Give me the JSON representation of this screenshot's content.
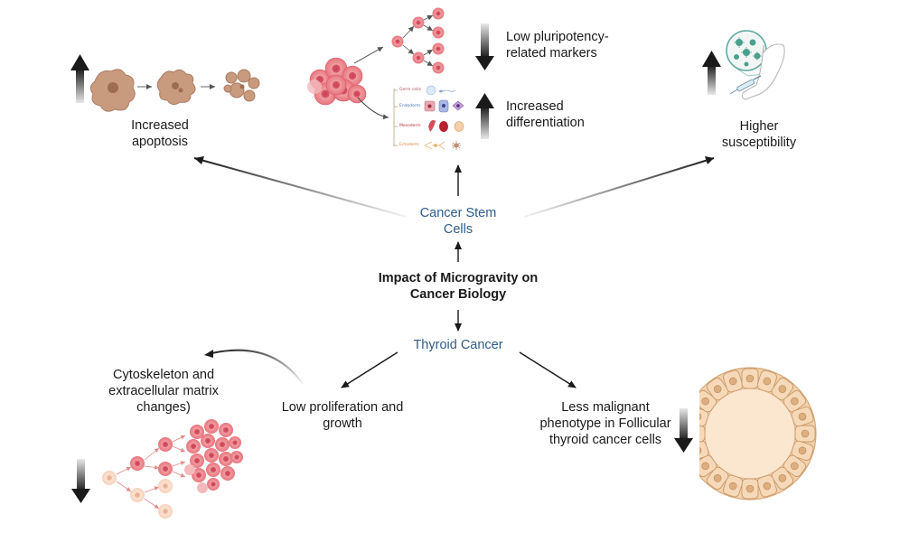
{
  "center": {
    "title_line1": "Impact of Microgravity on",
    "title_line2": "Cancer Biology"
  },
  "csc": {
    "label_line1": "Cancer Stem",
    "label_line2": "Cells",
    "apoptosis_line1": "Increased",
    "apoptosis_line2": "apoptosis",
    "pluri_line1": "Low pluripotency-",
    "pluri_line2": "related markers",
    "diff_line1": "Increased",
    "diff_line2": "differentiation",
    "suscept_line1": "Higher",
    "suscept_line2": "susceptibility",
    "lineages": [
      "Germ cells",
      "Endoderm",
      "Mesoderm",
      "Ectoderm"
    ]
  },
  "thyroid": {
    "label": "Thyroid Cancer",
    "prolif_line1": "Low proliferation and",
    "prolif_line2": "growth",
    "cyto_line1": "Cytoskeleton and",
    "cyto_line2": "extracellular matrix",
    "cyto_line3": "changes)",
    "malig_line1": "Less malignant",
    "malig_line2": "phenotype in Follicular",
    "malig_line3": "thyroid cancer cells"
  },
  "colors": {
    "label_blue": "#2e5c8a",
    "cell_pink": "#e8747c",
    "cell_tan": "#c89a7e",
    "follicle": "#f6d9b8"
  }
}
